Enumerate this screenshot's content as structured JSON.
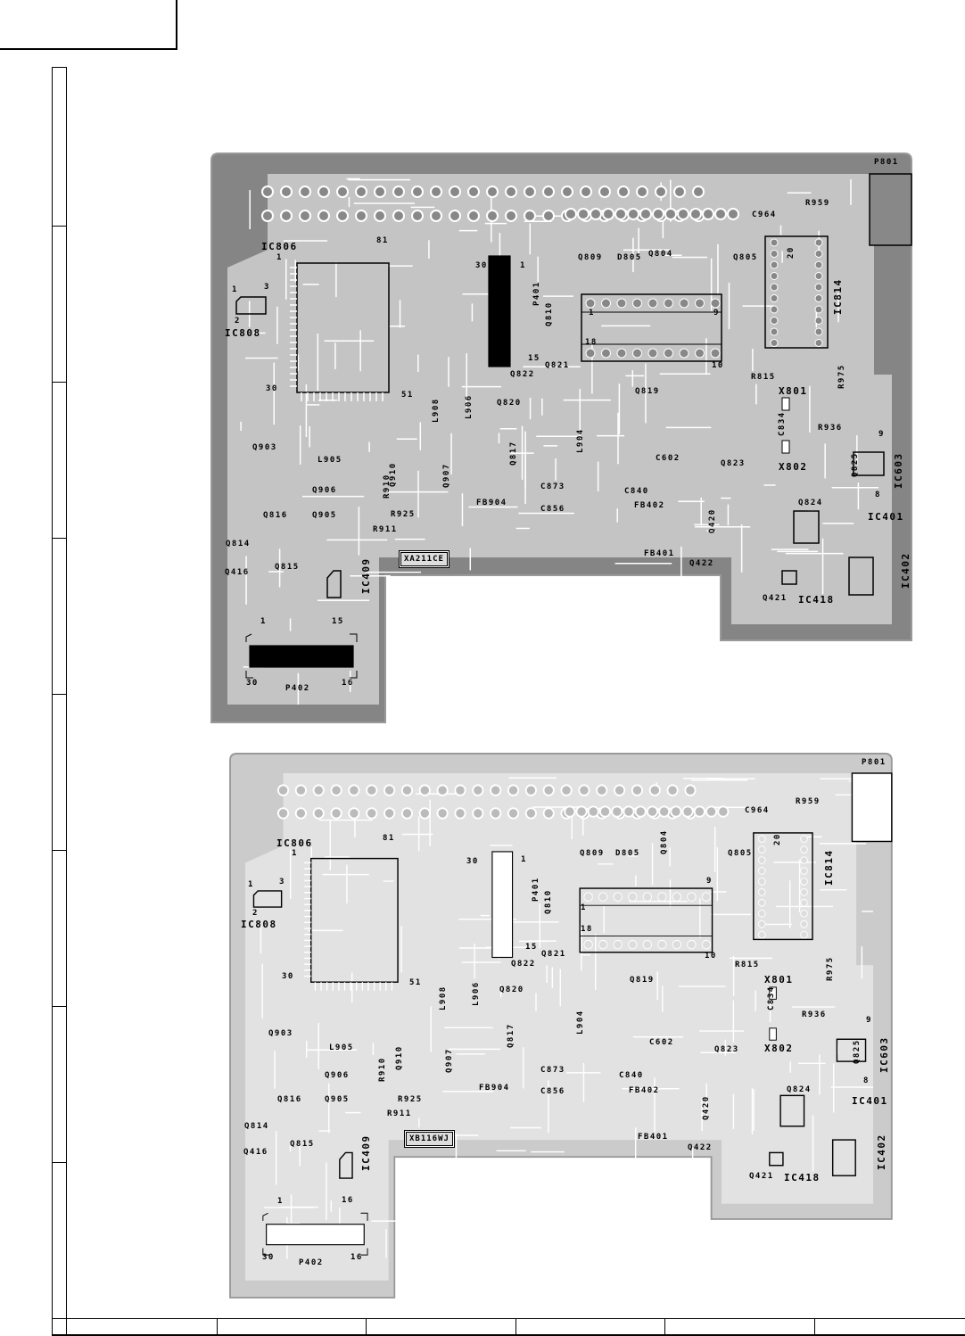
{
  "board_top": {
    "part_number": "XA211CE",
    "labels": [
      "P801",
      "R959",
      "C964",
      "IC806",
      "81",
      "1",
      "30",
      "1",
      "Q809",
      "D805",
      "Q804",
      "Q805",
      "IC814",
      "20",
      "1",
      "3",
      "2",
      "IC808",
      "P401",
      "Q810",
      "9",
      "1",
      "18",
      "15",
      "Q821",
      "Q822",
      "10",
      "R815",
      "R975",
      "30",
      "51",
      "L908",
      "L906",
      "Q820",
      "Q819",
      "X801",
      "C834",
      "R936",
      "9",
      "Q903",
      "L905",
      "L904",
      "Q817",
      "C602",
      "Q823",
      "X802",
      "Q825",
      "IC603",
      "R910",
      "Q910",
      "Q907",
      "Q906",
      "C873",
      "C840",
      "FB904",
      "C856",
      "FB402",
      "Q420",
      "Q824",
      "8",
      "IC401",
      "Q816",
      "Q905",
      "R925",
      "R911",
      "Q814",
      "Q416",
      "Q815",
      "IC409",
      "FB401",
      "Q422",
      "Q421",
      "IC418",
      "IC402",
      "1",
      "15",
      "30",
      "P402",
      "16"
    ]
  },
  "board_bottom": {
    "part_number": "XB116WJ",
    "labels": [
      "P801",
      "R959",
      "C964",
      "IC806",
      "81",
      "1",
      "30",
      "1",
      "Q809",
      "D805",
      "Q804",
      "Q805",
      "IC814",
      "20",
      "1",
      "3",
      "2",
      "IC808",
      "P401",
      "Q810",
      "9",
      "1",
      "18",
      "15",
      "Q821",
      "Q822",
      "10",
      "R815",
      "R975",
      "30",
      "51",
      "L908",
      "L906",
      "Q820",
      "Q819",
      "X801",
      "C834",
      "R936",
      "9",
      "Q903",
      "L905",
      "L904",
      "Q817",
      "C602",
      "Q823",
      "X802",
      "Q825",
      "IC603",
      "R910",
      "Q910",
      "Q907",
      "Q906",
      "C873",
      "C840",
      "FB904",
      "C856",
      "FB402",
      "Q420",
      "Q824",
      "8",
      "IC401",
      "Q816",
      "Q905",
      "R925",
      "R911",
      "Q814",
      "Q416",
      "Q815",
      "IC409",
      "FB401",
      "Q422",
      "Q421",
      "IC418",
      "IC402",
      "1",
      "16",
      "30",
      "P402",
      "16"
    ]
  },
  "colors": {
    "board_top_base": "#858585",
    "board_top_light": "#c4c4c4",
    "board_bottom_base": "#cbcbcb",
    "trace": "#ffffff"
  }
}
